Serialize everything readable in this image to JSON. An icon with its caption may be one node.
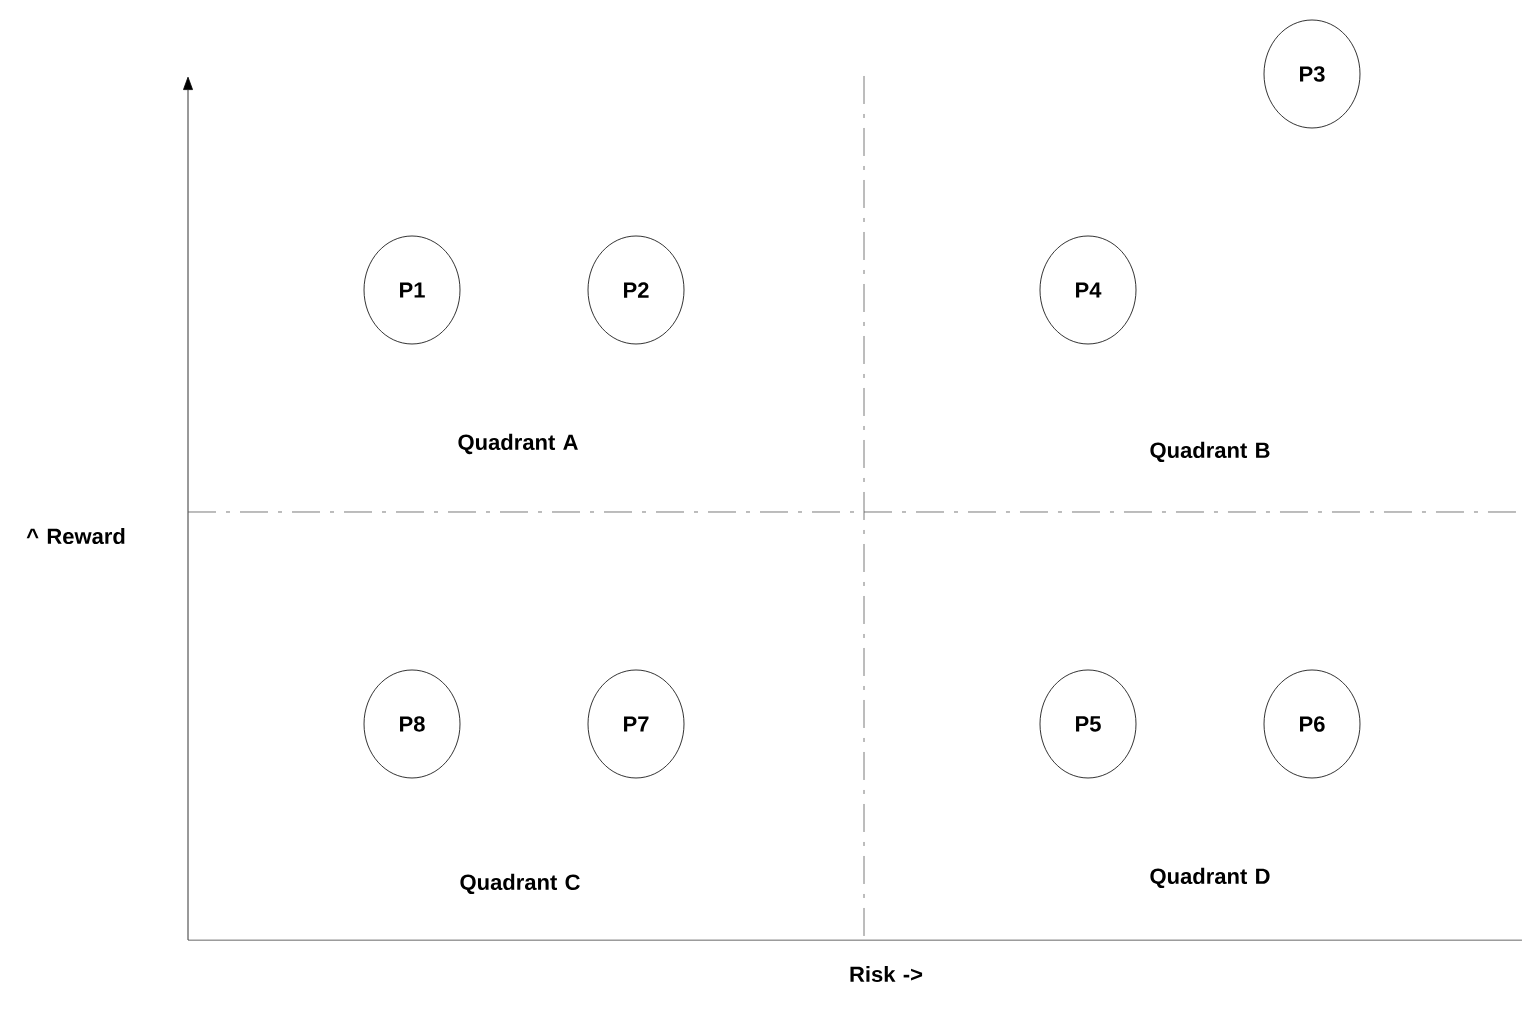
{
  "diagram": {
    "nodes": [
      {
        "text": [
          "P3"
        ]
      },
      {
        "text": [
          "P1"
        ]
      },
      {
        "text": [
          "P2"
        ]
      },
      {
        "text": [
          "P4"
        ]
      },
      {
        "text": [
          "P8"
        ]
      },
      {
        "text": [
          "P7"
        ]
      },
      {
        "text": [
          "P5"
        ]
      },
      {
        "text": [
          "P6"
        ]
      }
    ],
    "labels": [
      "Quadrant A",
      "Quadrant B",
      "^ Reward",
      "Quadrant C",
      "Quadrant D",
      "Risk ->"
    ]
  }
}
